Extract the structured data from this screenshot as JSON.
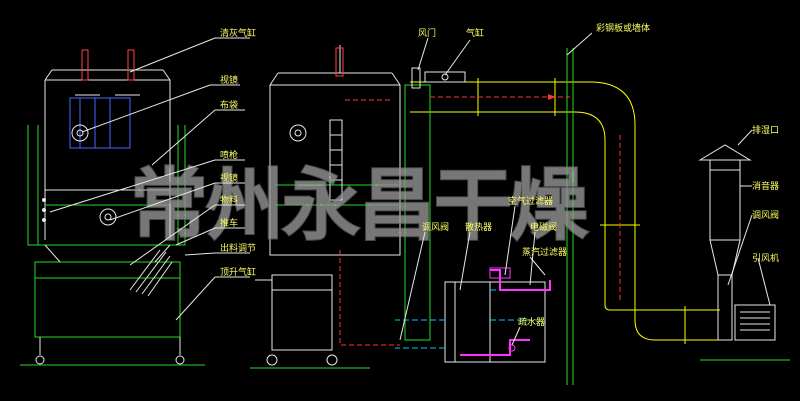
{
  "labels": {
    "cleaning_cylinder": "清灰气缸",
    "sight_glass_top": "视镜",
    "bag_filter": "布袋",
    "spray_gun": "喷枪",
    "sight_glass_mid": "视镜",
    "material": "物料",
    "cart": "推车",
    "discharge_valve": "出料调节",
    "lift_cylinder": "顶升气缸",
    "damper": "风门",
    "air_cylinder": "气缸",
    "duct_material": "彩钢板或墙体",
    "exhaust_port": "排湿口",
    "silencer": "消音器",
    "regulating_valve_right": "调风阀",
    "induced_fan": "引风机",
    "regulating_valve_left": "调风阀",
    "radiator": "散热器",
    "air_filter": "空气过滤器",
    "solenoid_valve": "电磁阀",
    "steam_filter": "蒸汽过滤器",
    "drain_trap": "疏水器"
  },
  "watermark": "常州永昌干燥",
  "colors": {
    "background": "#000000",
    "equipment": "#22dd22",
    "outline": "#e8e8e8",
    "duct": "#ffff00",
    "label": "#ffff66",
    "air_flow": "#ff3333",
    "cold_air": "#00ccff",
    "steam": "#ff33ff"
  }
}
